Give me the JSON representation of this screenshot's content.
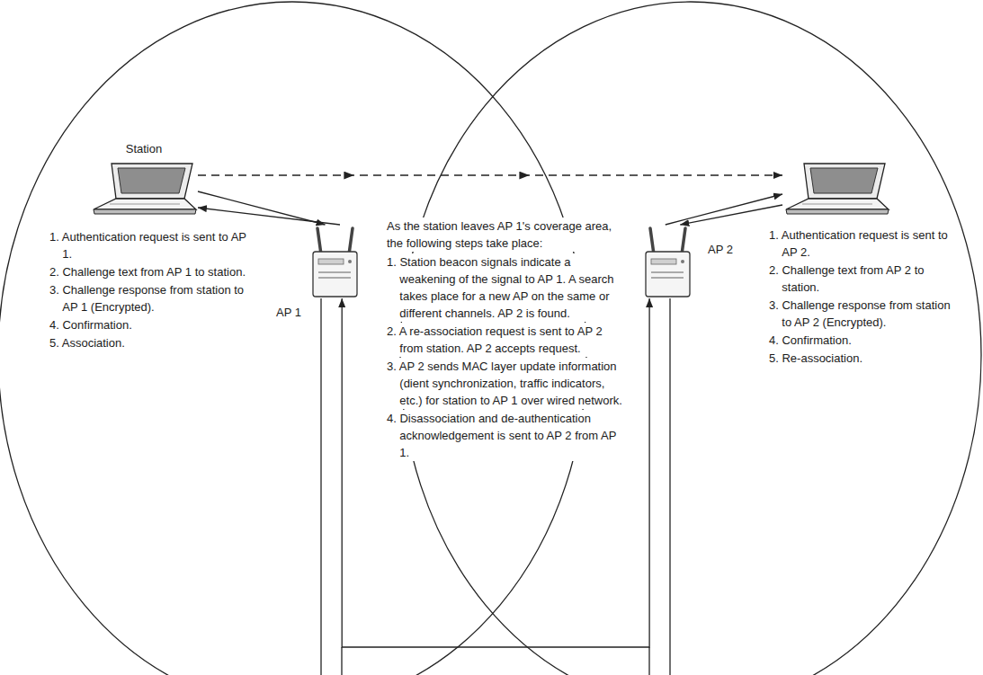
{
  "diagram": {
    "nodes": [
      {
        "text": [
          "Station",
          "1. Authentication request is sent to AP 1.",
          "2. Challenge text from AP 1 to station.",
          "3. Challenge response from station to AP 1 (Encrypted).",
          "4. Confirmation.",
          "5. Association."
        ]
      },
      {
        "text": [
          "AP 1"
        ]
      },
      {
        "text": [
          "AP 2"
        ]
      },
      {
        "text": [
          "1. Authentication request is sent to AP 2.",
          "2. Challenge text from AP 2 to station.",
          "3. Challenge response from station to AP 2 (Encrypted).",
          "4. Confirmation.",
          "5. Re-association."
        ]
      }
    ],
    "edges": [
      {
        "from": 0,
        "to": 3,
        "arrow": "to"
      },
      {
        "from": 0,
        "to": 1,
        "arrow": "to"
      },
      {
        "from": 1,
        "to": 0,
        "arrow": "to"
      },
      {
        "from": 2,
        "to": 3,
        "arrow": "to"
      },
      {
        "from": 3,
        "to": 2,
        "arrow": "to"
      },
      {
        "from": 1,
        "to": 2,
        "arrow": "both"
      }
    ],
    "labels": [
      "As the station leaves AP 1's coverage area, the following steps take place:",
      "1. Station beacon signals indicate a weakening of the signal to AP 1. A search takes place for a new AP on the same or different channels. AP 2 is found.",
      "2. A re-association request is sent to AP 2 from station. AP 2 accepts request.",
      "3. AP 2 sends MAC layer update information (dient synchronization, traffic indicators, etc.) for station to AP 1 over wired network.",
      "4. Disassociation and de-authentication acknowledgement is sent to AP 2 from AP 1."
    ]
  }
}
